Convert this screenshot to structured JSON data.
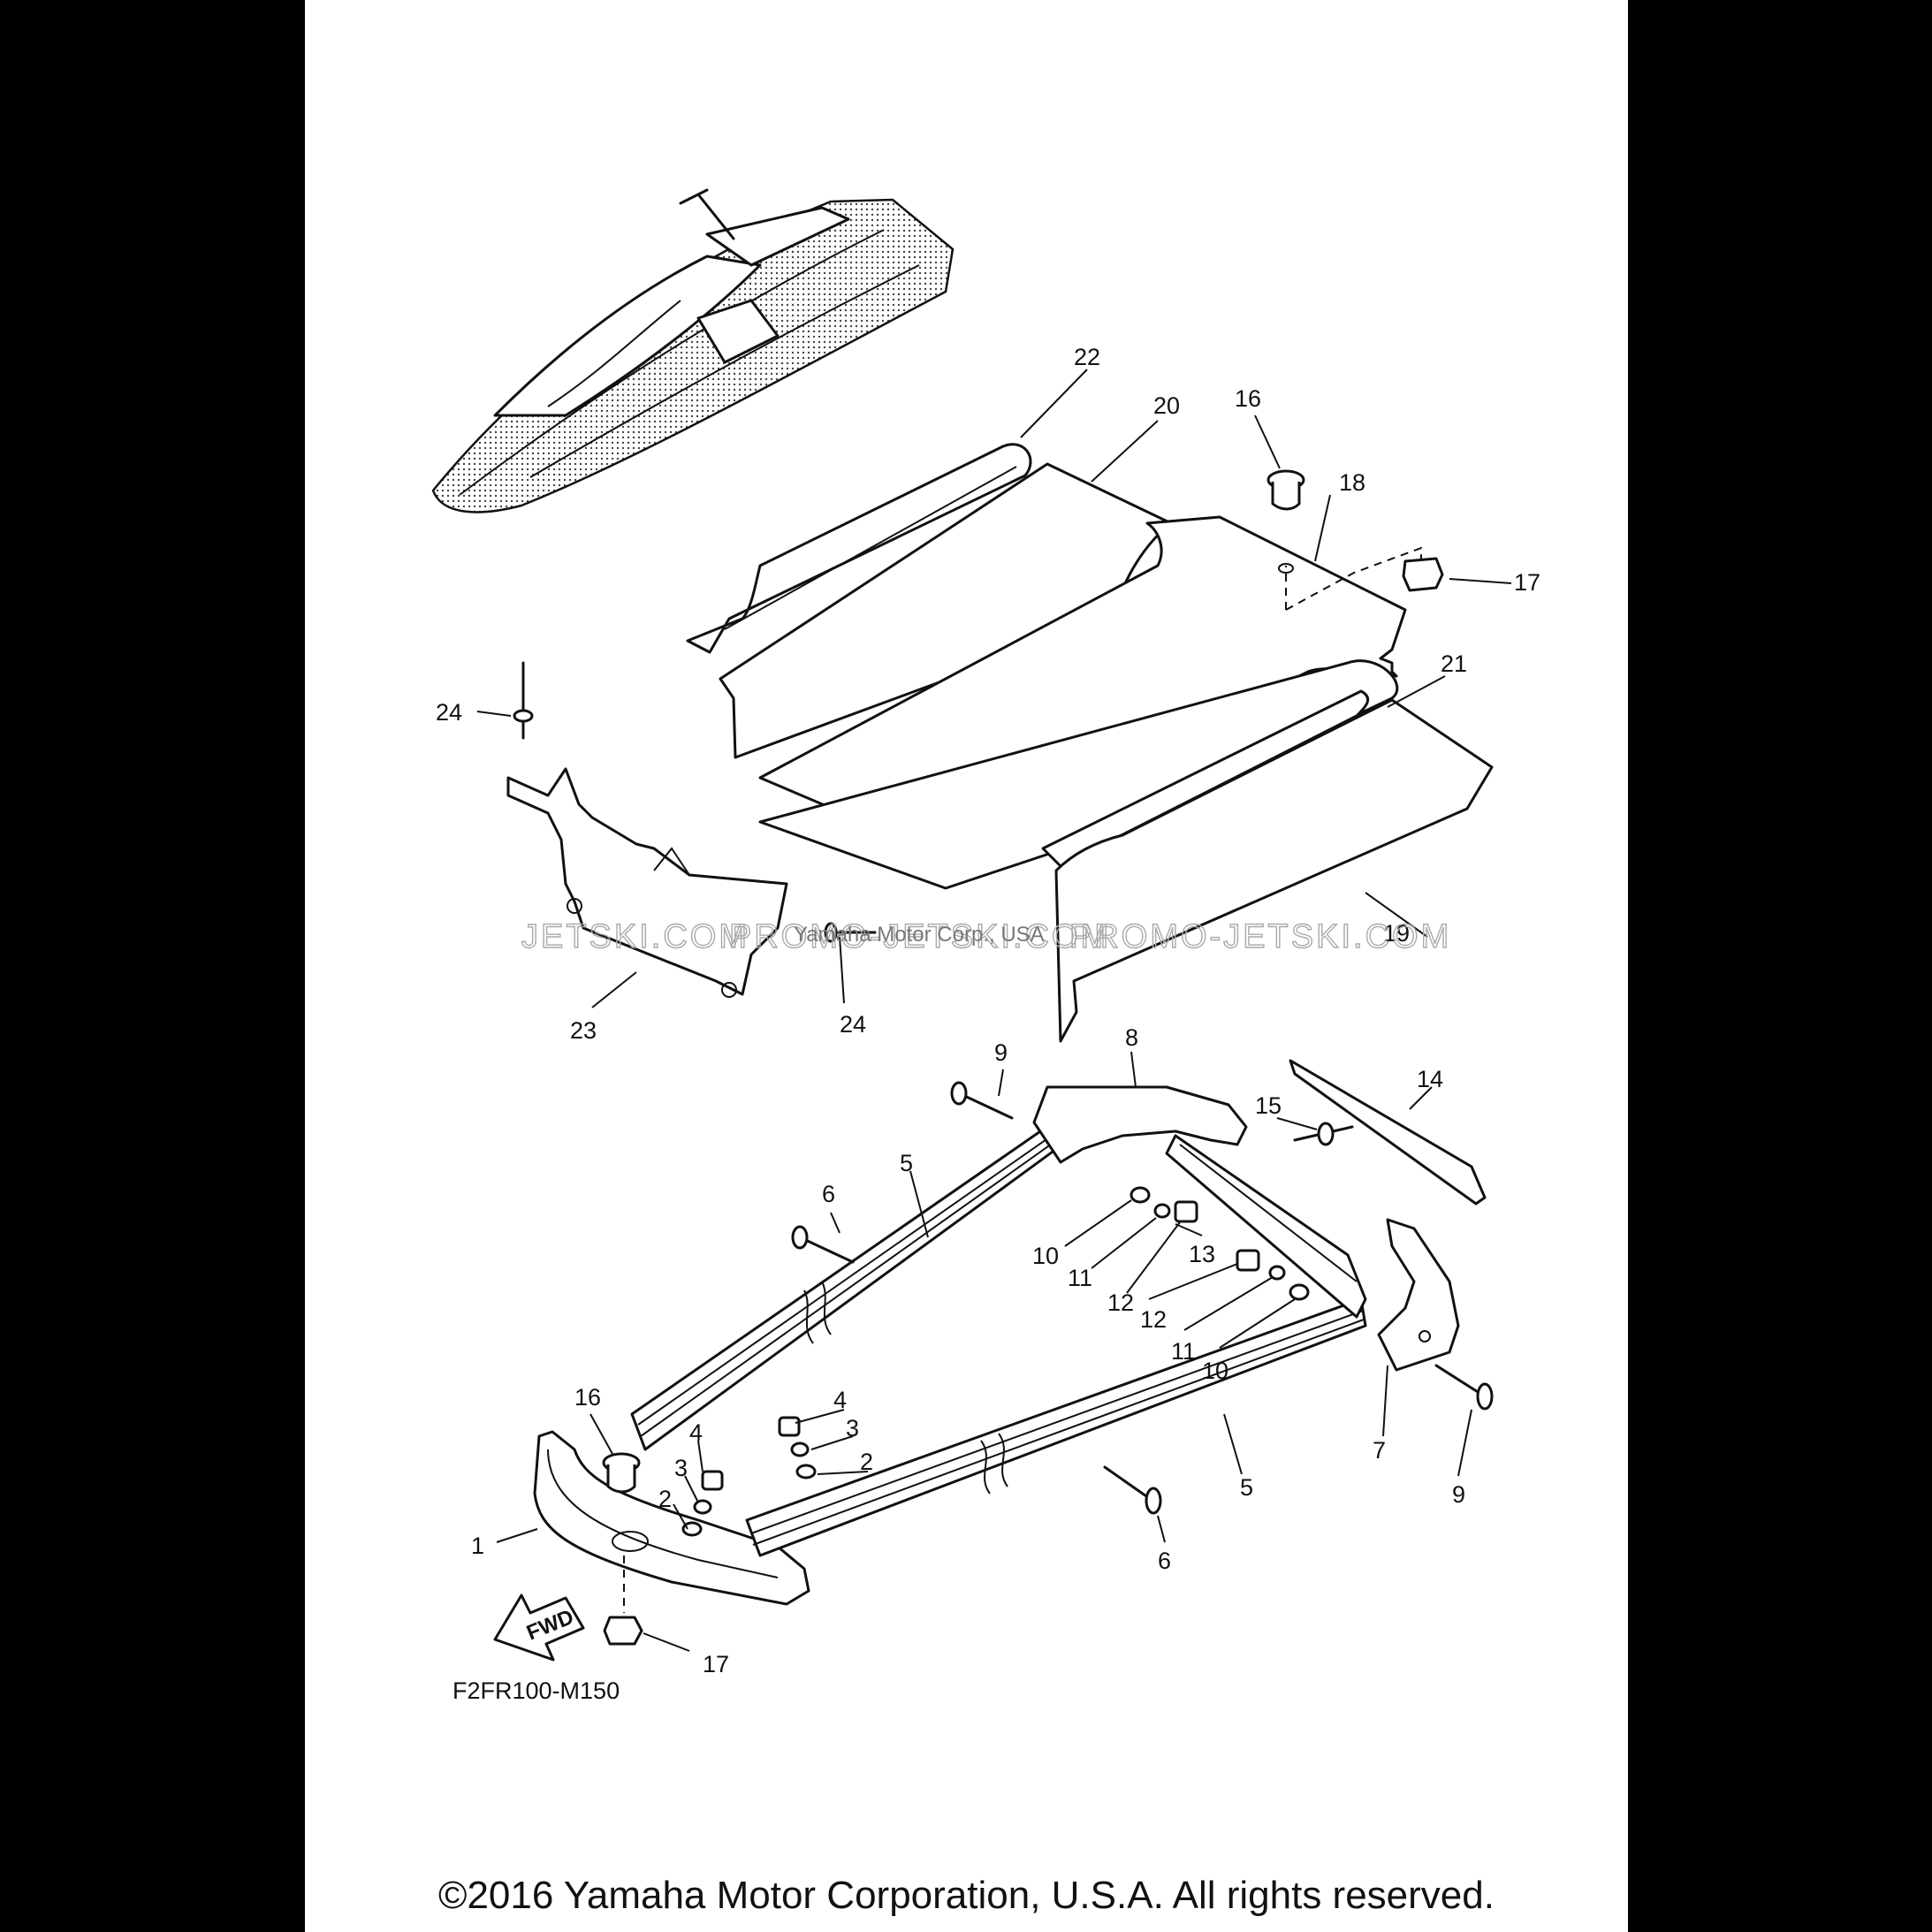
{
  "figure_code": "F2FR100-M150",
  "copyright": "©2016 Yamaha Motor Corporation, U.S.A. All rights reserved.",
  "watermark": {
    "left": "JETSKI.COM",
    "center": "PROMO-JETSKI.COM",
    "right": "PROMO-JETSKI.COM",
    "credit": "Yamaha Motor Corp., USA"
  },
  "arrow_label": "FWD",
  "callouts": [
    "22",
    "20",
    "16",
    "18",
    "17",
    "21",
    "24",
    "23",
    "24",
    "19",
    "9",
    "8",
    "15",
    "14",
    "5",
    "6",
    "10",
    "11",
    "12",
    "13",
    "12",
    "11",
    "10",
    "16",
    "4",
    "3",
    "4",
    "3",
    "2",
    "2",
    "7",
    "9",
    "5",
    "6",
    "1",
    "17"
  ]
}
